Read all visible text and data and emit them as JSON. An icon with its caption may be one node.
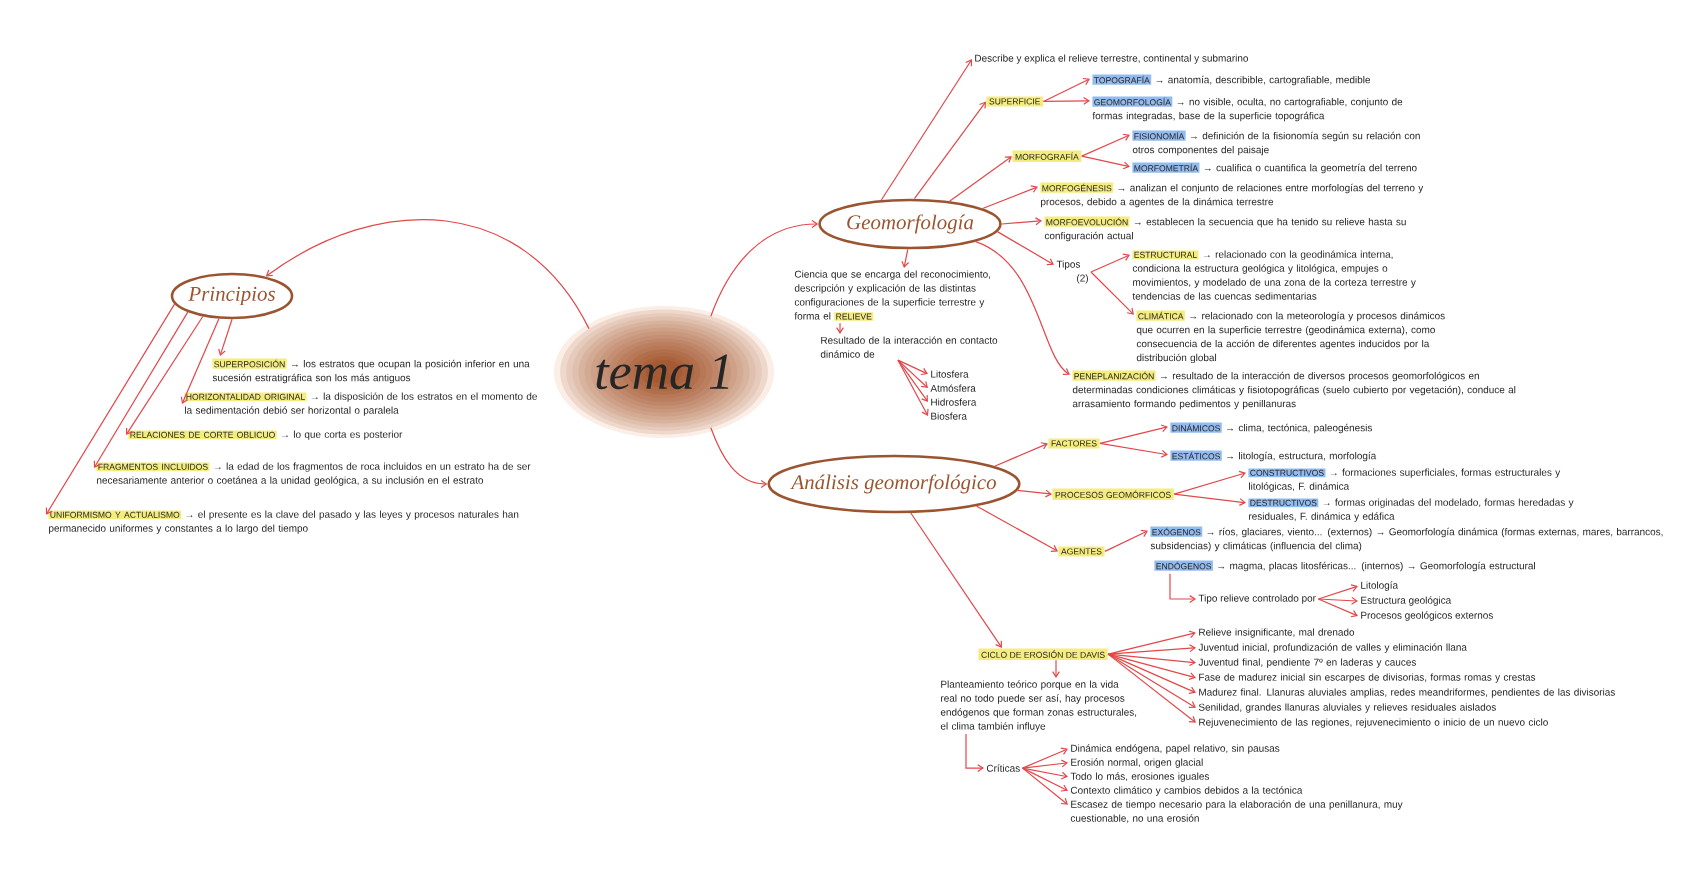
{
  "diagram": {
    "nodes": [
      {
        "text": [
          "tema 1"
        ]
      },
      {
        "text": [
          "Principios"
        ]
      },
      {
        "text": [
          "SUPERPOSICIÓN",
          "→ los estratos que ocupan la posición inferior en una sucesión estratigráfica son los más antiguos"
        ]
      },
      {
        "text": [
          "HORIZONTALIDAD ORIGINAL",
          "→ la disposición de los estratos en el momento de la sedimentación debió ser horizontal o paralela"
        ]
      },
      {
        "text": [
          "RELACIONES DE CORTE OBLICUO",
          "→ lo que corta es posterior"
        ]
      },
      {
        "text": [
          "FRAGMENTOS INCLUIDOS",
          "→ la edad de los fragmentos de roca incluidos en un estrato ha de ser necesariamente anterior o coetánea a la unidad geológica, a su inclusión en el estrato"
        ]
      },
      {
        "text": [
          "UNIFORMISMO Y ACTUALISMO",
          "→ el presente es la clave del pasado y las leyes y procesos naturales han permanecido uniformes y constantes a lo largo del tiempo"
        ]
      },
      {
        "text": [
          "Geomorfología"
        ]
      },
      {
        "text": [
          "Describe y explica el relieve terrestre, continental y submarino"
        ]
      },
      {
        "text": [
          "SUPERFICIE"
        ]
      },
      {
        "text": [
          "TOPOGRAFÍA",
          "→ anatomía, describible, cartografiable, medible"
        ]
      },
      {
        "text": [
          "GEOMORFOLOGÍA",
          "→ no visible, oculta, no cartografiable, conjunto de formas integradas, base de la superficie topográfica"
        ]
      },
      {
        "text": [
          "MORFOGRAFÍA"
        ]
      },
      {
        "text": [
          "FISIONOMÍA",
          "→ definición de la fisionomía según su relación con otros componentes del paisaje"
        ]
      },
      {
        "text": [
          "MORFOMETRÍA",
          "→ cualifica o cuantifica la geometría del terreno"
        ]
      },
      {
        "text": [
          "MORFOGÉNESIS",
          "→ analizan el conjunto de relaciones entre morfologías del terreno y procesos, debido a agentes de la dinámica terrestre"
        ]
      },
      {
        "text": [
          "MORFOEVOLUCIÓN",
          "→ establecen la secuencia que ha tenido su relieve hasta su configuración actual"
        ]
      },
      {
        "text": [
          "Tipos",
          "(2)"
        ]
      },
      {
        "text": [
          "ESTRUCTURAL",
          "→ relacionado con la geodinámica interna, condiciona la estructura geológica y litológica, empujes o movimientos, y modelado de una zona de la corteza terrestre y tendencias de las cuencas sedimentarias"
        ]
      },
      {
        "text": [
          "CLIMÁTICA",
          "→ relacionado con la meteorología y procesos dinámicos que ocurren en la superficie terrestre (geodinámica externa), como consecuencia de la acción de diferentes agentes inducidos por la distribución global"
        ]
      },
      {
        "text": [
          "PENEPLANIZACIÓN",
          "→ resultado de la interacción de diversos procesos geomorfológicos en determinadas condiciones climáticas y fisiotopográficas (suelo cubierto por vegetación), conduce al arrasamiento formando pedimentos y penillanuras"
        ]
      },
      {
        "text": [
          "Ciencia que se encarga del reconocimiento, descripción y explicación de las distintas configuraciones de la superficie terrestre y forma el",
          "RELIEVE"
        ]
      },
      {
        "text": [
          "Resultado de la interacción en contacto dinámico de"
        ]
      },
      {
        "text": [
          "Litosfera"
        ]
      },
      {
        "text": [
          "Atmósfera"
        ]
      },
      {
        "text": [
          "Hidrosfera"
        ]
      },
      {
        "text": [
          "Biosfera"
        ]
      },
      {
        "text": [
          "Análisis geomorfológico"
        ]
      },
      {
        "text": [
          "FACTORES"
        ]
      },
      {
        "text": [
          "DINÁMICOS",
          "→ clima, tectónica, paleogénesis"
        ]
      },
      {
        "text": [
          "ESTÁTICOS",
          "→ litología, estructura, morfología"
        ]
      },
      {
        "text": [
          "PROCESOS GEOMÓRFICOS"
        ]
      },
      {
        "text": [
          "CONSTRUCTIVOS",
          "→ formaciones superficiales, formas estructurales y litológicas, F. dinámica"
        ]
      },
      {
        "text": [
          "DESTRUCTIVOS",
          "→ formas originadas del modelado, formas heredadas y residuales, F. dinámica y edáfica"
        ]
      },
      {
        "text": [
          "AGENTES"
        ]
      },
      {
        "text": [
          "EXÓGENOS",
          "→ ríos, glaciares, viento... (externos) → Geomorfología dinámica (formas externas, mares, barrancos, subsidencias) y climáticas (influencia del clima)"
        ]
      },
      {
        "text": [
          "ENDÓGENOS",
          "→ magma, placas litosféricas... (internos) → Geomorfología estructural"
        ]
      },
      {
        "text": [
          "Tipo relieve controlado por"
        ]
      },
      {
        "text": [
          "Litología"
        ]
      },
      {
        "text": [
          "Estructura geológica"
        ]
      },
      {
        "text": [
          "Procesos geológicos externos"
        ]
      },
      {
        "text": [
          "CICLO DE EROSIÓN DE DAVIS"
        ]
      },
      {
        "text": [
          "Planteamiento teórico porque en la vida real no todo puede ser así, hay procesos endógenos que forman zonas estructurales, el clima también influye"
        ]
      },
      {
        "text": [
          "Relieve insignificante, mal drenado"
        ]
      },
      {
        "text": [
          "Juventud inicial, profundización de valles y eliminación llana"
        ]
      },
      {
        "text": [
          "Juventud final, pendiente 7º en laderas y cauces"
        ]
      },
      {
        "text": [
          "Fase de madurez inicial sin escarpes de divisorias, formas romas y crestas"
        ]
      },
      {
        "text": [
          "Madurez final. Llanuras aluviales amplias, redes meandriformes, pendientes de las divisorias"
        ]
      },
      {
        "text": [
          "Senilidad, grandes llanuras aluviales y relieves residuales aislados"
        ]
      },
      {
        "text": [
          "Rejuvenecimiento de las regiones, rejuvenecimiento o inicio de un nuevo ciclo"
        ]
      },
      {
        "text": [
          "Críticas"
        ]
      },
      {
        "text": [
          "Dinámica endógena, papel relativo, sin pausas"
        ]
      },
      {
        "text": [
          "Erosión normal, origen glacial"
        ]
      },
      {
        "text": [
          "Todo lo más, erosiones iguales"
        ]
      },
      {
        "text": [
          "Contexto climático y cambios debidos a la tectónica"
        ]
      },
      {
        "text": [
          "Escasez de tiempo necesario para la elaboración de una penillanura, muy cuestionable, no una erosión"
        ]
      }
    ],
    "edges": [
      {
        "from": 0,
        "to": 1,
        "arrow": "to"
      },
      {
        "from": 1,
        "to": 2,
        "arrow": "to"
      },
      {
        "from": 1,
        "to": 3,
        "arrow": "to"
      },
      {
        "from": 1,
        "to": 4,
        "arrow": "to"
      },
      {
        "from": 1,
        "to": 5,
        "arrow": "to"
      },
      {
        "from": 1,
        "to": 6,
        "arrow": "to"
      },
      {
        "from": 0,
        "to": 7,
        "arrow": "to"
      },
      {
        "from": 7,
        "to": 8,
        "arrow": "to"
      },
      {
        "from": 7,
        "to": 9,
        "arrow": "to"
      },
      {
        "from": 9,
        "to": 10,
        "arrow": "to"
      },
      {
        "from": 9,
        "to": 11,
        "arrow": "to"
      },
      {
        "from": 7,
        "to": 12,
        "arrow": "to"
      },
      {
        "from": 12,
        "to": 13,
        "arrow": "to"
      },
      {
        "from": 12,
        "to": 14,
        "arrow": "to"
      },
      {
        "from": 7,
        "to": 15,
        "arrow": "to"
      },
      {
        "from": 7,
        "to": 16,
        "arrow": "to"
      },
      {
        "from": 7,
        "to": 17,
        "arrow": "to"
      },
      {
        "from": 17,
        "to": 18,
        "arrow": "to"
      },
      {
        "from": 17,
        "to": 19,
        "arrow": "to"
      },
      {
        "from": 7,
        "to": 20,
        "arrow": "to"
      },
      {
        "from": 7,
        "to": 21,
        "arrow": "to"
      },
      {
        "from": 21,
        "to": 22,
        "arrow": "to"
      },
      {
        "from": 22,
        "to": 23,
        "arrow": "to"
      },
      {
        "from": 22,
        "to": 24,
        "arrow": "to"
      },
      {
        "from": 22,
        "to": 25,
        "arrow": "to"
      },
      {
        "from": 22,
        "to": 26,
        "arrow": "to"
      },
      {
        "from": 0,
        "to": 27,
        "arrow": "to"
      },
      {
        "from": 27,
        "to": 28,
        "arrow": "to"
      },
      {
        "from": 28,
        "to": 29,
        "arrow": "to"
      },
      {
        "from": 28,
        "to": 30,
        "arrow": "to"
      },
      {
        "from": 27,
        "to": 31,
        "arrow": "to"
      },
      {
        "from": 31,
        "to": 32,
        "arrow": "to"
      },
      {
        "from": 31,
        "to": 33,
        "arrow": "to"
      },
      {
        "from": 27,
        "to": 34,
        "arrow": "to"
      },
      {
        "from": 34,
        "to": 35,
        "arrow": "to"
      },
      {
        "from": 37,
        "to": 38,
        "arrow": "to"
      },
      {
        "from": 37,
        "to": 39,
        "arrow": "to"
      },
      {
        "from": 37,
        "to": 40,
        "arrow": "to"
      },
      {
        "from": 27,
        "to": 41,
        "arrow": "to"
      },
      {
        "from": 41,
        "to": 42,
        "arrow": "to"
      },
      {
        "from": 41,
        "to": 43,
        "arrow": "to"
      },
      {
        "from": 41,
        "to": 44,
        "arrow": "to"
      },
      {
        "from": 41,
        "to": 45,
        "arrow": "to"
      },
      {
        "from": 41,
        "to": 46,
        "arrow": "to"
      },
      {
        "from": 41,
        "to": 47,
        "arrow": "to"
      },
      {
        "from": 41,
        "to": 48,
        "arrow": "to"
      },
      {
        "from": 41,
        "to": 49,
        "arrow": "to"
      },
      {
        "from": 42,
        "to": 50,
        "arrow": "to"
      },
      {
        "from": 50,
        "to": 51,
        "arrow": "to"
      },
      {
        "from": 50,
        "to": 52,
        "arrow": "to"
      },
      {
        "from": 50,
        "to": 53,
        "arrow": "to"
      },
      {
        "from": 50,
        "to": 54,
        "arrow": "to"
      },
      {
        "from": 50,
        "to": 55,
        "arrow": "to"
      },
      {
        "from": 36,
        "to": 37,
        "arrow": "to"
      }
    ]
  }
}
